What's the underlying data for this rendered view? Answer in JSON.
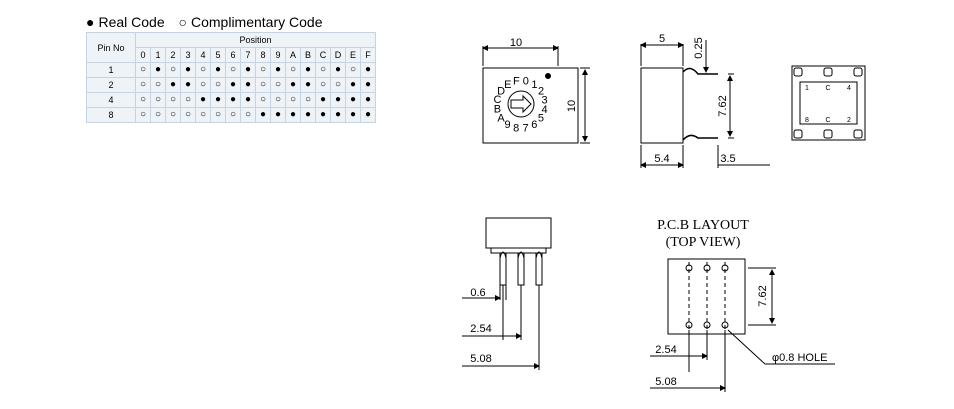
{
  "legend": {
    "real_symbol": "●",
    "real_label": "Real Code",
    "comp_symbol": "○",
    "comp_label": "Complimentary Code"
  },
  "table": {
    "header_pin": "Pin  No",
    "header_position": "Position",
    "positions": [
      "0",
      "1",
      "2",
      "3",
      "4",
      "5",
      "6",
      "7",
      "8",
      "9",
      "A",
      "B",
      "C",
      "D",
      "E",
      "F"
    ],
    "rows": [
      {
        "pin": "1",
        "bits": [
          0,
          1,
          0,
          1,
          0,
          1,
          0,
          1,
          0,
          1,
          0,
          1,
          0,
          1,
          0,
          1
        ]
      },
      {
        "pin": "2",
        "bits": [
          0,
          0,
          1,
          1,
          0,
          0,
          1,
          1,
          0,
          0,
          1,
          1,
          0,
          0,
          1,
          1
        ]
      },
      {
        "pin": "4",
        "bits": [
          0,
          0,
          0,
          0,
          1,
          1,
          1,
          1,
          0,
          0,
          0,
          0,
          1,
          1,
          1,
          1
        ]
      },
      {
        "pin": "8",
        "bits": [
          0,
          0,
          0,
          0,
          0,
          0,
          0,
          0,
          1,
          1,
          1,
          1,
          1,
          1,
          1,
          1
        ]
      }
    ]
  },
  "top_view": {
    "width_dim": "10",
    "height_dim": "10",
    "dial_labels": "0123456789ABCDEF"
  },
  "side_view": {
    "top_dim": "5",
    "gap_dim": "0.25",
    "pitch_dim": "7.62",
    "body_dim": "5.4",
    "lead_dim": "3.5"
  },
  "bottom_view": {
    "pin_labels": [
      "1",
      "C",
      "4",
      "8",
      "C",
      "2"
    ]
  },
  "front_view": {
    "dim_pin_width": "0.6",
    "dim_pitch": "2.54",
    "dim_span": "5.08"
  },
  "pcb": {
    "title_line1": "P.C.B LAYOUT",
    "title_line2": "(TOP VIEW)",
    "dim_vertical": "7.62",
    "dim_pitch": "2.54",
    "dim_span": "5.08",
    "hole_label": "φ0.8 HOLE"
  }
}
